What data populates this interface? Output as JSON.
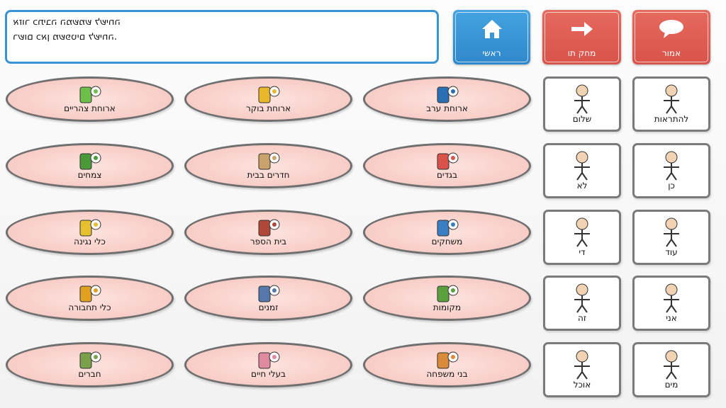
{
  "message_box": {
    "lines": [
      "אזור כתיבה המשמש לשיחה",
      "רשום כאן משפטים לשיחה."
    ]
  },
  "toolbar": {
    "home_label": "ראשי",
    "delete_label": "מחק תו",
    "speak_label": "אמור"
  },
  "quick_words": [
    {
      "label": "להתראות",
      "icon": "waving-person-icon"
    },
    {
      "label": "שלום",
      "icon": "greeting-people-icon"
    },
    {
      "label": "כן",
      "icon": "nodding-face-icon"
    },
    {
      "label": "לא",
      "icon": "shaking-face-icon"
    },
    {
      "label": "עוד",
      "icon": "plus-plus-icon"
    },
    {
      "label": "די",
      "icon": "stop-hands-icon"
    },
    {
      "label": "אני",
      "icon": "me-person-icon"
    },
    {
      "label": "זה",
      "icon": "this-pointer-icon"
    },
    {
      "label": "מים",
      "icon": "water-glass-icon"
    },
    {
      "label": "אוכל",
      "icon": "food-icon"
    }
  ],
  "categories": [
    {
      "label": "ארוחת ערב",
      "icon": "dinner-icon",
      "color": "#2a6fb3"
    },
    {
      "label": "ארוחת בוקר",
      "icon": "breakfast-icon",
      "color": "#e8b82a"
    },
    {
      "label": "ארוחת צהריים",
      "icon": "lunch-icon",
      "color": "#6cc04a"
    },
    {
      "label": "בגדים",
      "icon": "clothes-icon",
      "color": "#d9534a"
    },
    {
      "label": "חדרים בבית",
      "icon": "house-rooms-icon",
      "color": "#c9a36b"
    },
    {
      "label": "צמחים",
      "icon": "plants-icon",
      "color": "#4a9a3a"
    },
    {
      "label": "משחקים",
      "icon": "games-icon",
      "color": "#3a7fc4"
    },
    {
      "label": "בית הספר",
      "icon": "school-icon",
      "color": "#b0483a"
    },
    {
      "label": "כלי נגינה",
      "icon": "instruments-icon",
      "color": "#e6c02e"
    },
    {
      "label": "מקומות",
      "icon": "places-icon",
      "color": "#5aa03c"
    },
    {
      "label": "זמנים",
      "icon": "calendar-icon",
      "color": "#5577aa"
    },
    {
      "label": "כלי תחבורה",
      "icon": "vehicles-icon",
      "color": "#e0a020"
    },
    {
      "label": "בני משפחה",
      "icon": "family-icon",
      "color": "#d98a3a"
    },
    {
      "label": "בעלי חיים",
      "icon": "animals-icon",
      "color": "#e08aa0"
    },
    {
      "label": "חברים",
      "icon": "friends-icon",
      "color": "#7aa04a"
    }
  ]
}
